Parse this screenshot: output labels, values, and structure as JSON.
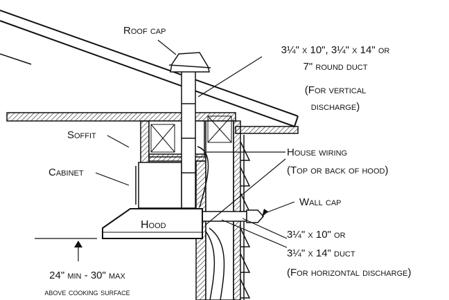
{
  "labels": {
    "roof_cap": "Roof cap",
    "vertical_duct_line1": "3¼\" x 10\", 3¼\" x 14\" or",
    "vertical_duct_line2": "7\" round duct",
    "vertical_duct_line3": "(For vertical",
    "vertical_duct_line4": "discharge)",
    "soffit": "Soffit",
    "cabinet": "Cabinet",
    "house_wiring_line1": "House wiring",
    "house_wiring_line2": "(Top or back of hood)",
    "wall_cap": "Wall cap",
    "hood": "Hood",
    "horizontal_duct_line1": "3¼\" x 10\" or",
    "horizontal_duct_line2": "3¼\" x 14\" duct",
    "horizontal_duct_line3": "(For horizontal discharge)",
    "height_line1": "24\" min - 30\" max",
    "height_line2": "above cooking surface"
  }
}
